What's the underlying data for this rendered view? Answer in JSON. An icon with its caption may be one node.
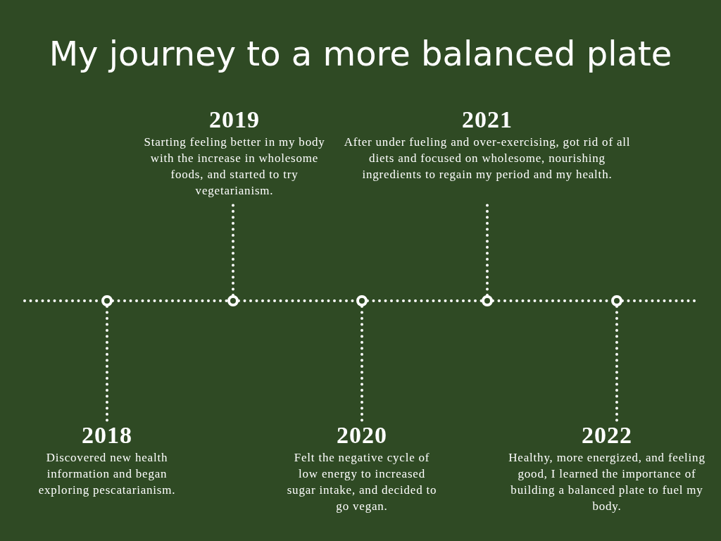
{
  "diagram": {
    "title": "My journey to a more balanced plate",
    "nodes": [
      {
        "text": [
          "2018",
          "Discovered new health information and began exploring pescatarianism."
        ]
      },
      {
        "text": [
          "2019",
          "Starting feeling better in my body with the increase in wholesome foods, and started to try vegetarianism."
        ]
      },
      {
        "text": [
          "2020",
          "Felt the negative cycle of low energy to increased sugar intake, and decided to go vegan."
        ]
      },
      {
        "text": [
          "2021",
          "After under fueling and over-exercising, got rid of all diets and focused on wholesome, nourishing ingredients to regain my period and my health."
        ]
      },
      {
        "text": [
          "2022",
          "Healthy, more energized, and feeling good, I learned the importance of building a balanced plate to fuel my body."
        ]
      },
      {
        "text": [],
        "shape": "circle"
      },
      {
        "text": [],
        "shape": "circle"
      },
      {
        "text": [],
        "shape": "circle"
      },
      {
        "text": [],
        "shape": "circle"
      },
      {
        "text": [],
        "shape": "circle"
      }
    ],
    "edges": [
      {
        "from": null,
        "to": 5,
        "arrow": "none"
      },
      {
        "from": 5,
        "to": 6,
        "arrow": "none"
      },
      {
        "from": 6,
        "to": 7,
        "arrow": "none"
      },
      {
        "from": 7,
        "to": 8,
        "arrow": "none"
      },
      {
        "from": 8,
        "to": 9,
        "arrow": "none"
      },
      {
        "from": 9,
        "to": null,
        "arrow": "none"
      },
      {
        "from": 5,
        "to": 0,
        "arrow": "none"
      },
      {
        "from": 6,
        "to": 1,
        "arrow": "none"
      },
      {
        "from": 7,
        "to": 2,
        "arrow": "none"
      },
      {
        "from": 8,
        "to": 3,
        "arrow": "none"
      },
      {
        "from": 9,
        "to": 4,
        "arrow": "none"
      }
    ]
  }
}
